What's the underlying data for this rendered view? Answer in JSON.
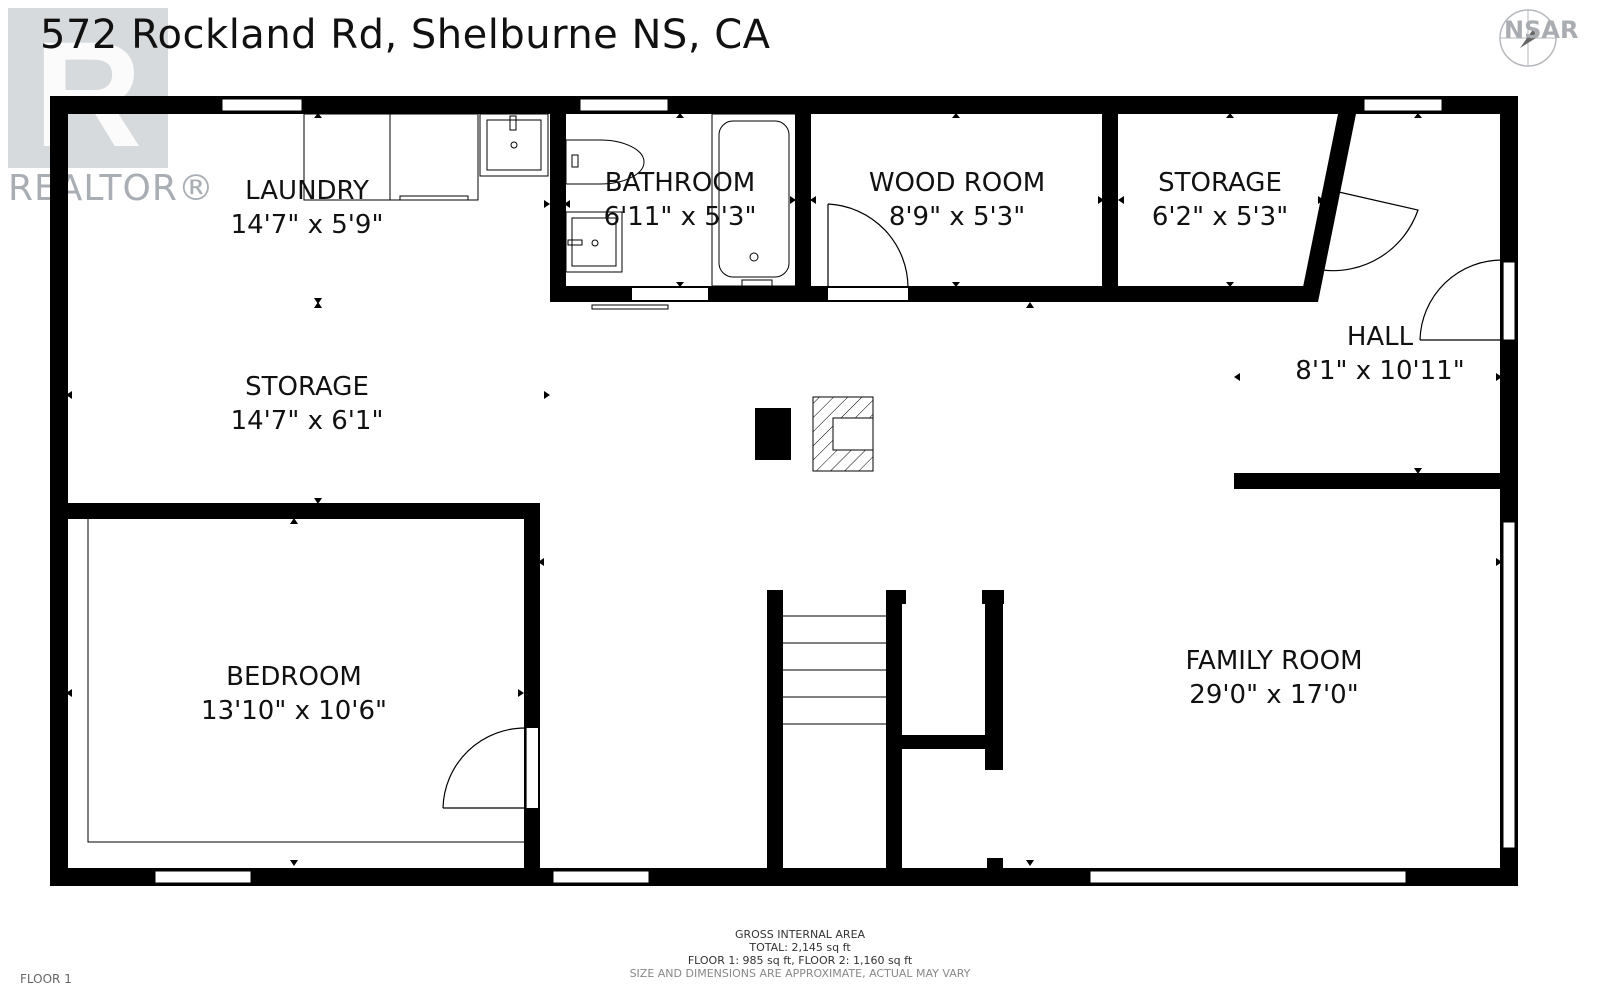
{
  "title": "572 Rockland Rd, Shelburne NS, CA",
  "logos": {
    "realtor_text": "REALTOR®",
    "nsar_text": "NSAR"
  },
  "rooms": {
    "laundry": {
      "name": "LAUNDRY",
      "size": "14'7\" x 5'9\""
    },
    "bathroom": {
      "name": "BATHROOM",
      "size": "6'11\" x 5'3\""
    },
    "wood_room": {
      "name": "WOOD ROOM",
      "size": "8'9\" x 5'3\""
    },
    "storage_small": {
      "name": "STORAGE",
      "size": "6'2\" x 5'3\""
    },
    "hall": {
      "name": "HALL",
      "size": "8'1\" x 10'11\""
    },
    "storage_large": {
      "name": "STORAGE",
      "size": "14'7\" x 6'1\""
    },
    "bedroom": {
      "name": "BEDROOM",
      "size": "13'10\" x 10'6\""
    },
    "family_room": {
      "name": "FAMILY ROOM",
      "size": "29'0\" x 17'0\""
    }
  },
  "footer": {
    "heading": "GROSS INTERNAL AREA",
    "total": "TOTAL: 2,145 sq ft",
    "floors": "FLOOR 1: 985 sq ft, FLOOR 2: 1,160 sq ft",
    "disclaimer": "SIZE AND DIMENSIONS ARE APPROXIMATE, ACTUAL MAY VARY"
  },
  "floor_label": "FLOOR 1",
  "colors": {
    "wall": "#000000",
    "logo_gray": "#9aa0a6"
  }
}
